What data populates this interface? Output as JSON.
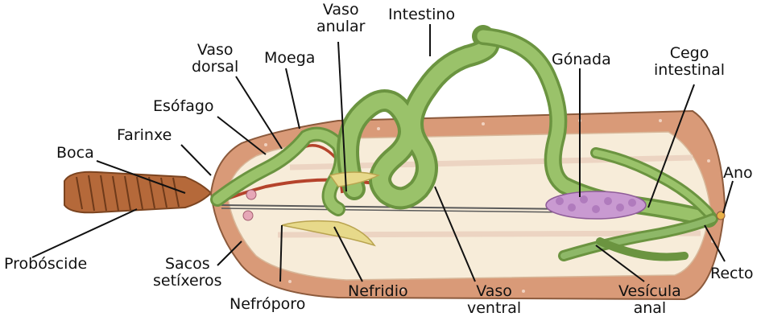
{
  "labels": {
    "vaso_anular": "Vaso\nanular",
    "intestino": "Intestino",
    "vaso_dorsal": "Vaso\ndorsal",
    "moega": "Moega",
    "esofago": "Esófago",
    "farinxe": "Farinxe",
    "boca": "Boca",
    "gonada": "Gónada",
    "cego_intestinal": "Cego\nintestinal",
    "ano": "Ano",
    "proboscide": "Probóscide",
    "sacos_setixeros": "Sacos\nsetíxeros",
    "nefroporo": "Nefróporo",
    "nefridio": "Nefridio",
    "vaso_ventral": "Vaso\nventral",
    "vesicula_anal": "Vesícula\nanal",
    "recto": "Recto"
  },
  "colors": {
    "body_wall": "#d99a78",
    "body_inner": "#f7ecd9",
    "proboscis": "#b5693a",
    "intestine": "#9ac26a",
    "intestine_dark": "#6b9440",
    "vessel": "#b5432b",
    "gonad": "#c99ad1",
    "nephridium": "#e7d98a"
  }
}
